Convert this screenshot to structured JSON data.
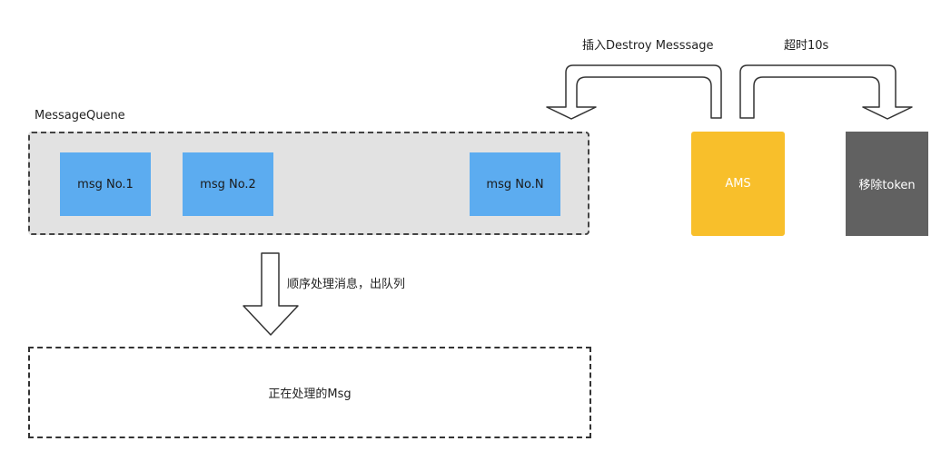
{
  "queue": {
    "title": "MessageQuene",
    "messages": [
      "msg No.1",
      "msg No.2",
      "msg No.N"
    ]
  },
  "ams": {
    "label": "AMS"
  },
  "remove_token": {
    "label": "移除token"
  },
  "arrows": {
    "insert_label": "插入Destroy Messsage",
    "timeout_label": "超时10s",
    "process_label": "顺序处理消息，出队列"
  },
  "processing": {
    "label": "正在处理的Msg"
  },
  "colors": {
    "queue_bg": "#e2e2e2",
    "msg_blue": "#5cacf0",
    "ams_yellow": "#f8bf2b",
    "token_gray": "#616161"
  }
}
